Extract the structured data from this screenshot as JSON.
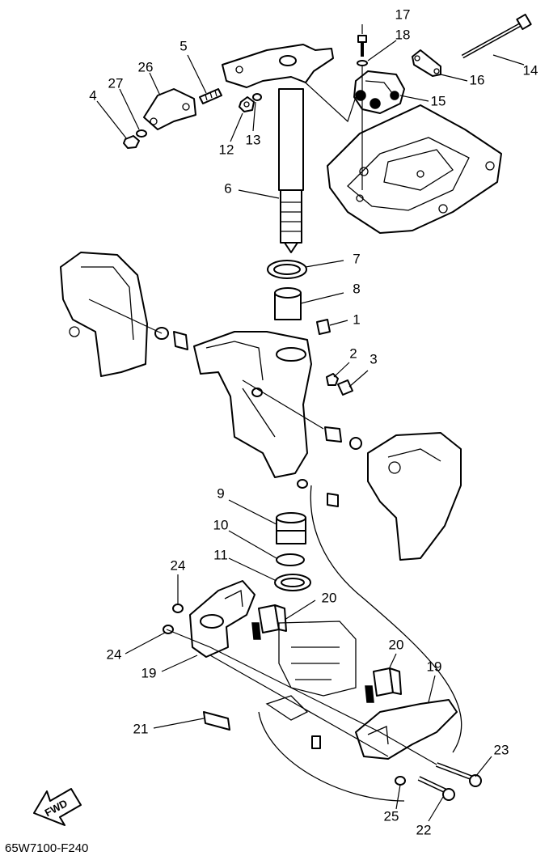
{
  "diagram_code": "65W7100-F240",
  "fwd_label": "FWD",
  "callouts": [
    {
      "id": "17",
      "label": "17"
    },
    {
      "id": "18",
      "label": "18"
    },
    {
      "id": "5",
      "label": "5"
    },
    {
      "id": "26",
      "label": "26"
    },
    {
      "id": "27",
      "label": "27"
    },
    {
      "id": "4",
      "label": "4"
    },
    {
      "id": "12",
      "label": "12"
    },
    {
      "id": "13",
      "label": "13"
    },
    {
      "id": "14",
      "label": "14"
    },
    {
      "id": "16",
      "label": "16"
    },
    {
      "id": "15",
      "label": "15"
    },
    {
      "id": "6",
      "label": "6"
    },
    {
      "id": "7",
      "label": "7"
    },
    {
      "id": "8",
      "label": "8"
    },
    {
      "id": "1",
      "label": "1"
    },
    {
      "id": "2",
      "label": "2"
    },
    {
      "id": "3",
      "label": "3"
    },
    {
      "id": "9",
      "label": "9"
    },
    {
      "id": "10",
      "label": "10"
    },
    {
      "id": "11",
      "label": "11"
    },
    {
      "id": "24a",
      "label": "24"
    },
    {
      "id": "20a",
      "label": "20"
    },
    {
      "id": "24b",
      "label": "24"
    },
    {
      "id": "19a",
      "label": "19"
    },
    {
      "id": "20b",
      "label": "20"
    },
    {
      "id": "19b",
      "label": "19"
    },
    {
      "id": "21",
      "label": "21"
    },
    {
      "id": "23",
      "label": "23"
    },
    {
      "id": "25",
      "label": "25"
    },
    {
      "id": "22",
      "label": "22"
    }
  ]
}
